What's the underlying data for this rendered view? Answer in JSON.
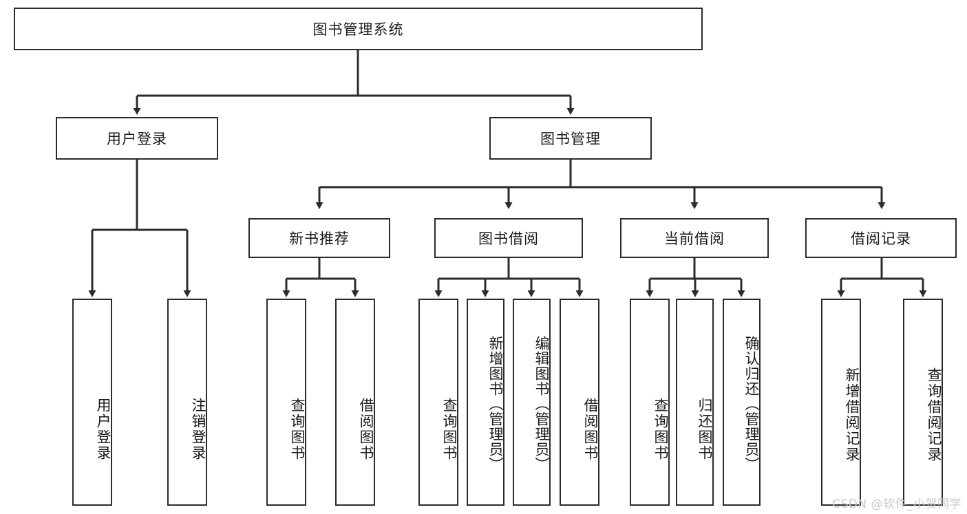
{
  "diagram": {
    "type": "tree",
    "title": "图书管理系统",
    "watermark": "CSDN @软件_小贺同学",
    "colors": {
      "border": "#2b2b2b",
      "background": "#ffffff",
      "text": "#1a1a1a",
      "watermark": "#c9c9c9"
    },
    "levels": {
      "root": {
        "label": "图书管理系统"
      },
      "level2": [
        {
          "label": "用户登录"
        },
        {
          "label": "图书管理"
        }
      ],
      "level3": [
        {
          "label": "新书推荐"
        },
        {
          "label": "图书借阅"
        },
        {
          "label": "当前借阅"
        },
        {
          "label": "借阅记录"
        }
      ],
      "leaves": {
        "user_login": [
          {
            "label": "用户登录"
          },
          {
            "label": "注销登录"
          }
        ],
        "new_book": [
          {
            "label": "查询图书"
          },
          {
            "label": "借阅图书"
          }
        ],
        "book_borrow": [
          {
            "label": "查询图书"
          },
          {
            "label": "新增图书（管理员）"
          },
          {
            "label": "编辑图书（管理员）"
          },
          {
            "label": "借阅图书"
          }
        ],
        "current_borrow": [
          {
            "label": "查询图书"
          },
          {
            "label": "归还图书"
          },
          {
            "label": "确认归还（管理员）"
          }
        ],
        "borrow_record": [
          {
            "label": "新增借阅记录"
          },
          {
            "label": "查询借阅记录"
          }
        ]
      }
    }
  }
}
